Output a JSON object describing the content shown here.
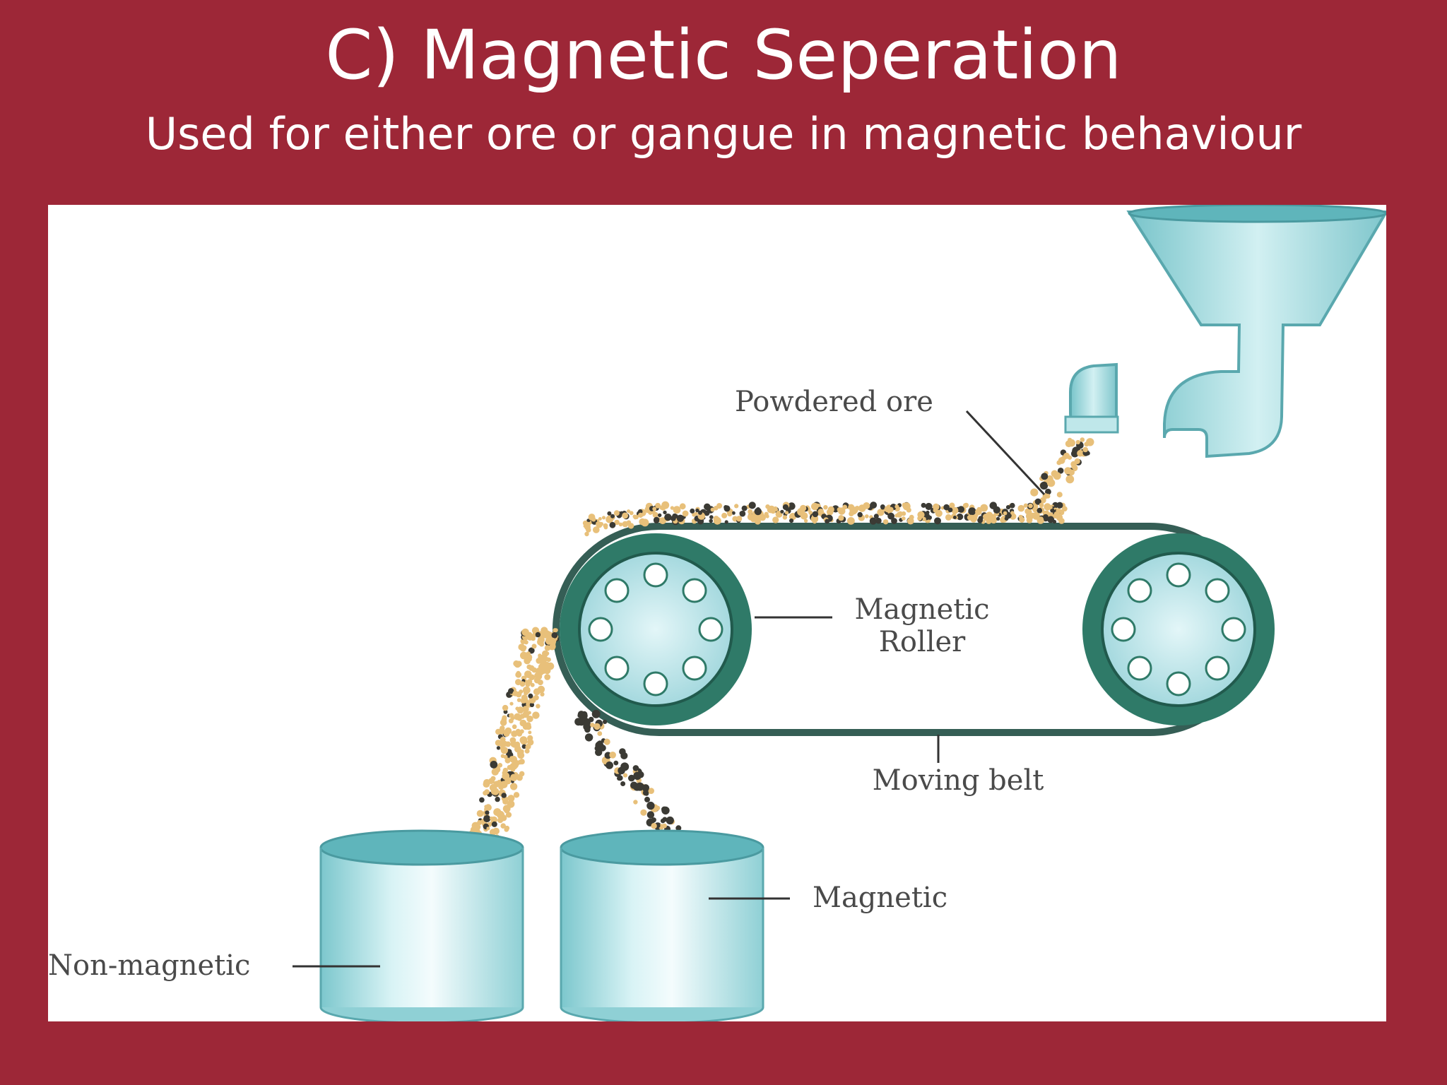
{
  "slide": {
    "title": "C) Magnetic Seperation",
    "subtitle": "Used for either ore or gangue in magnetic behaviour"
  },
  "diagram": {
    "labels": {
      "powdered_ore": "Powdered ore",
      "magnetic_roller_line1": "Magnetic",
      "magnetic_roller_line2": "Roller",
      "moving_belt": "Moving belt",
      "magnetic": "Magnetic",
      "non_magnetic": "Non-magnetic"
    },
    "colors": {
      "background": "#9d2737",
      "roller_rim": "#2f7a68",
      "roller_fill": "#bfe6ea",
      "belt": "#355e55",
      "container": "#a9dfe3",
      "particle_light": "#e8c07a",
      "particle_dark": "#3b3a34"
    }
  }
}
